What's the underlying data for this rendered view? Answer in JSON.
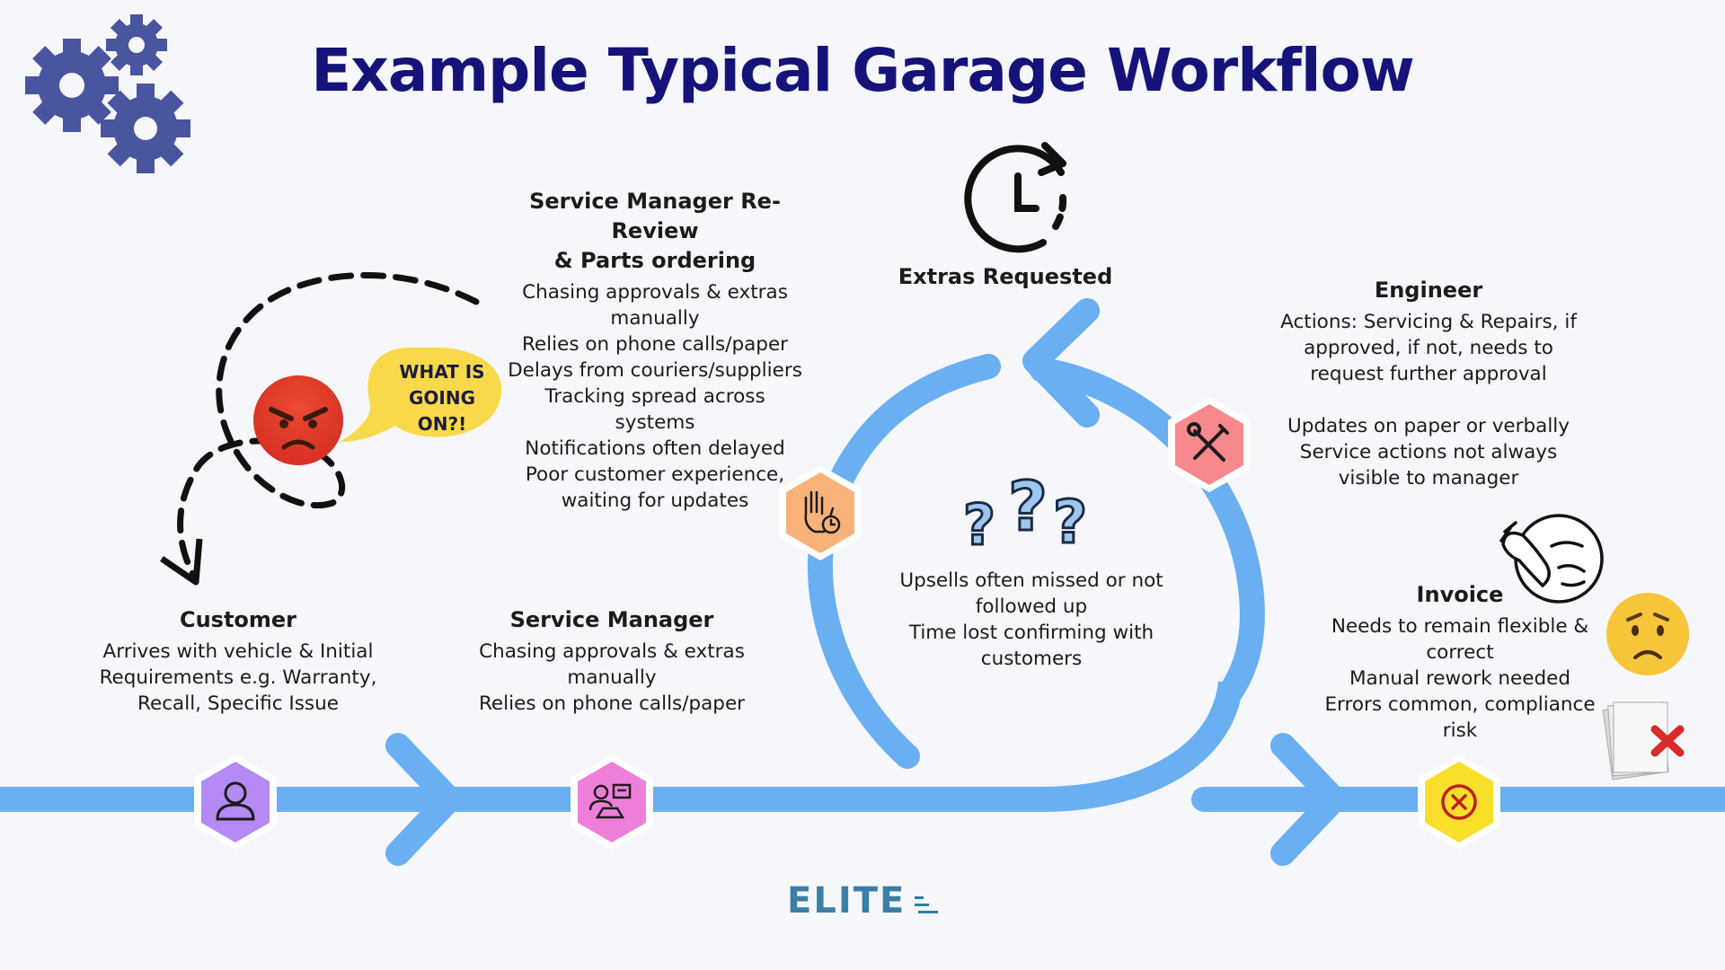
{
  "title": "Example Typical Garage Workflow",
  "speech_bubble": {
    "line1": "WHAT IS",
    "line2": "GOING",
    "line3": "ON?!"
  },
  "stages": {
    "customer": {
      "title": "Customer",
      "lines": [
        "Arrives with vehicle & Initial",
        "Requirements e.g. Warranty,",
        "Recall, Specific Issue"
      ]
    },
    "service_manager": {
      "title": "Service Manager",
      "lines": [
        "Chasing approvals & extras",
        "manually",
        "Relies on phone calls/paper"
      ]
    },
    "re_review": {
      "title_line1": "Service Manager Re-Review",
      "title_line2": "& Parts ordering",
      "lines": [
        "Chasing approvals & extras",
        "manually",
        "Relies on phone calls/paper",
        "Delays from couriers/suppliers",
        "Tracking spread across",
        "systems",
        "Notifications often delayed",
        "Poor customer experience,",
        "waiting for updates"
      ]
    },
    "extras_requested": {
      "title": "Extras Requested"
    },
    "loop_issues": {
      "lines": [
        "Upsells often missed or not",
        "followed up",
        "Time lost confirming with",
        "customers"
      ]
    },
    "engineer": {
      "title": "Engineer",
      "lines_a": [
        "Actions: Servicing & Repairs, if",
        "approved, if not, needs to",
        "request further approval"
      ],
      "lines_b": [
        "Updates on paper or verbally",
        "Service actions not always",
        "visible to manager"
      ]
    },
    "invoice": {
      "title": "Invoice",
      "lines": [
        "Needs to remain flexible &",
        "correct",
        "Manual rework needed",
        "Errors common, compliance",
        "risk"
      ]
    }
  },
  "logo": {
    "text": "ELITE"
  },
  "colors": {
    "title": "#15137a",
    "flow_line": "#6aaff2",
    "gears": "#4a55a0",
    "customer_hex": "#b48af5",
    "service_manager_hex": "#ee7fd9",
    "re_review_hex": "#f8b27a",
    "engineer_hex": "#f7888e",
    "invoice_hex": "#f8e02a",
    "bubble": "#f8d94a",
    "angry_face": "#e53a2a",
    "worried_face": "#f7c53a"
  },
  "icons": {
    "gears": "gears-icon",
    "customer": "user-icon",
    "service_manager": "service-desk-icon",
    "re_review": "hand-clock-icon",
    "extras": "clock-icon",
    "engineer": "tools-icon",
    "invoice": "error-icon",
    "questions": "question-marks-icon",
    "angry": "angry-face-icon",
    "facepalm": "facepalm-icon",
    "worried": "worried-face-icon",
    "papers": "rejected-papers-icon"
  }
}
